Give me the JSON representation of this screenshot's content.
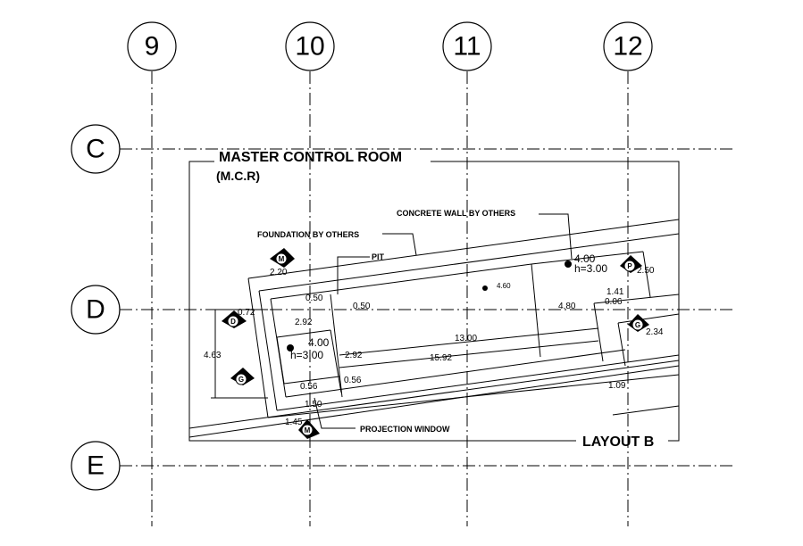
{
  "grid": {
    "columns": [
      "9",
      "10",
      "11",
      "12"
    ],
    "rows": [
      "C",
      "D",
      "E"
    ]
  },
  "title": {
    "line1": "MASTER CONTROL ROOM",
    "line2": "(M.C.R)"
  },
  "layout_label": "LAYOUT B",
  "notes": {
    "concrete_wall": "CONCRETE WALL BY OTHERS",
    "foundation": "FOUNDATION BY OTHERS",
    "pit": "PIT",
    "projection_window": "PROJECTION WINDOW"
  },
  "dimensions": {
    "d220": "2.20",
    "d050a": "0.50",
    "d050b": "0.50",
    "d072": "0.72",
    "d292a": "2.92",
    "d400a": "4.00",
    "h300a": "h=3.00",
    "d292b": "2.92",
    "d1300": "13.00",
    "d1592": "15.92",
    "d463": "4.63",
    "d056a": "0.56",
    "d056b": "0.56",
    "d150": "1.50",
    "d145": "1.45",
    "d460": "4.60",
    "d400b": "4.00",
    "h300b": "h=3.00",
    "d250": "2.50",
    "d141": "1.41",
    "d006": "0.06",
    "d480": "4.80",
    "d234": "2.34",
    "d109": "1.09"
  },
  "tags": {
    "m1": "M",
    "d1": "D",
    "g1": "G",
    "m2": "M",
    "p1": "P",
    "g2": "G"
  }
}
